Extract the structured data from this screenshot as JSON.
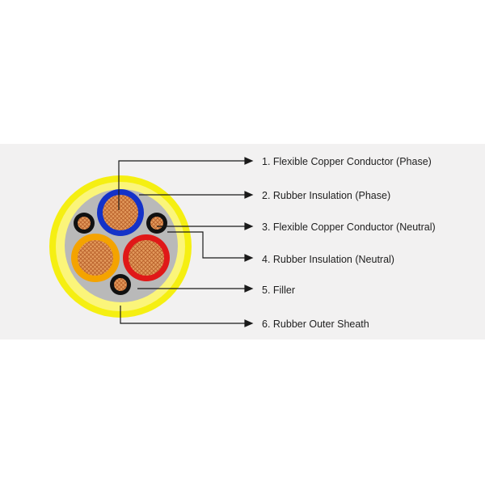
{
  "labels": {
    "l1": "1. Flexible Copper Conductor (Phase)",
    "l2": "2. Rubber Insulation (Phase)",
    "l3": "3. Flexible Copper Conductor (Neutral)",
    "l4": "4. Rubber Insulation (Neutral)",
    "l5": "5. Filler",
    "l6": "6. Rubber Outer Sheath"
  },
  "colors": {
    "outer_sheath": "#f5ef12",
    "filler": "#b9b9b9",
    "phase_insulation_blue": "#1432c8",
    "phase_insulation_red": "#e01818",
    "phase_insulation_orange": "#f4a300",
    "copper": "#d9874a",
    "background_band": "#f2f1f1"
  }
}
